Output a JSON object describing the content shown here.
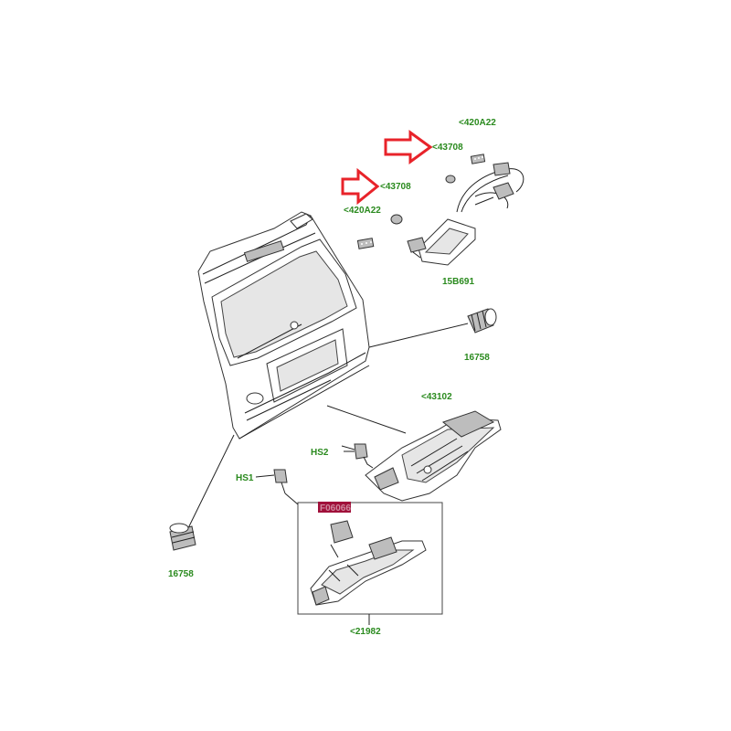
{
  "colors": {
    "label": "#2a8a1e",
    "arrow": "#e8232a",
    "highlight": "#a0103a",
    "line": "#222222"
  },
  "labels": {
    "l420a22_top": "<420A22",
    "l43708_top": "<43708",
    "l43708_mid": "<43708",
    "l420a22_left": "<420A22",
    "l15b691": "15B691",
    "l16758_right": "16758",
    "l43102": "<43102",
    "hs2": "HS2",
    "hs1": "HS1",
    "highlight": "F06066",
    "l16758_left": "16758",
    "l21982": "<21982"
  }
}
